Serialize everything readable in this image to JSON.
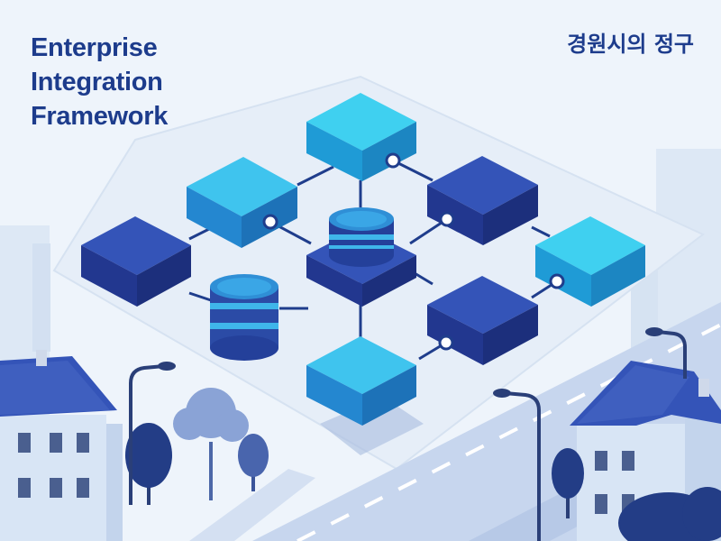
{
  "title_lines": [
    "Enterprise",
    "Integration",
    "Framework"
  ],
  "subtitle": "경원시의 정구",
  "colors": {
    "background": "#eef4fb",
    "title_text": "#1d3c8c",
    "navy": "#2947a7",
    "sky": "#1fb6e2",
    "mid_blue": "#2e9bdc",
    "connector": "#1f3d8c",
    "tree": "#6a86c4",
    "tree_dark": "#233d86"
  },
  "icons": [
    "server-block",
    "database-cylinder",
    "connector-node",
    "house",
    "tree",
    "street-lamp"
  ]
}
